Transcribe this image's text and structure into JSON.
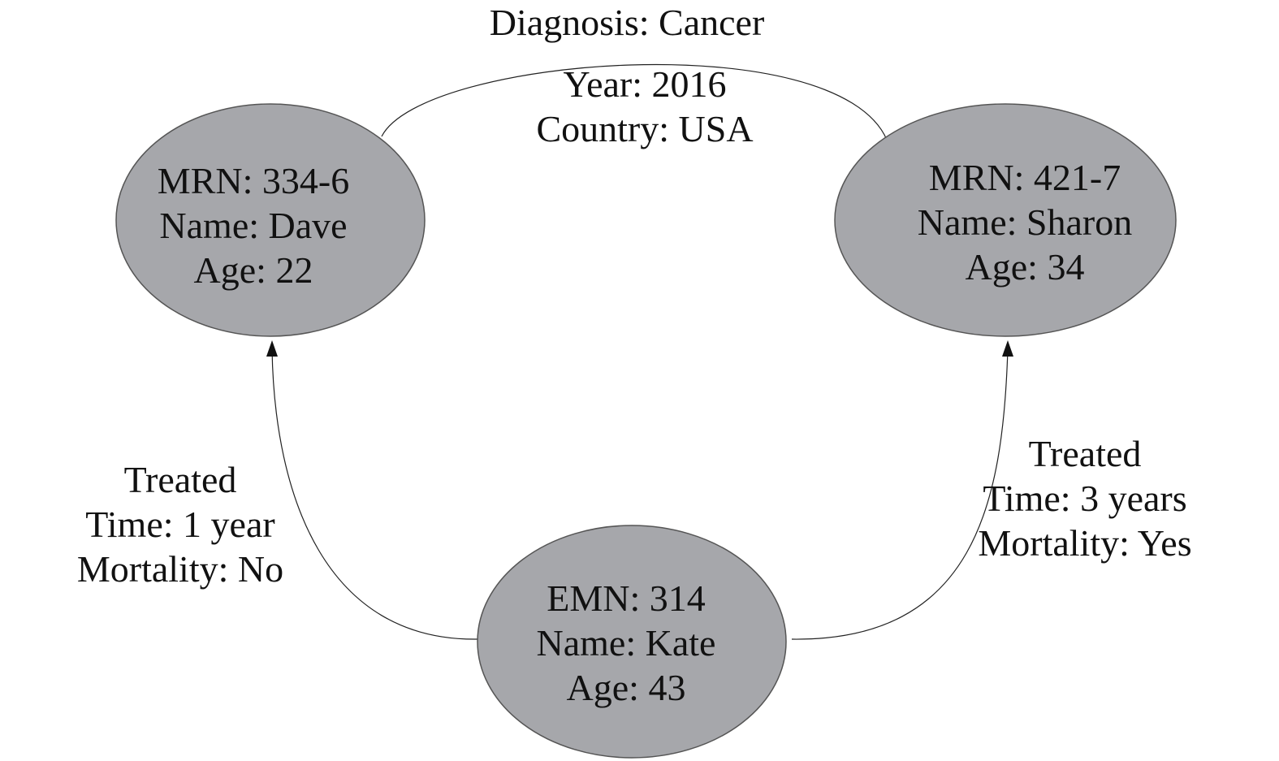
{
  "colors": {
    "node_fill": "#a6a7ab",
    "node_stroke": "#555555",
    "edge": "#222222",
    "text": "#111111",
    "background": "#ffffff"
  },
  "nodes": {
    "dave": {
      "line1": "MRN: 334-6",
      "line2": "Name: Dave",
      "line3": "Age: 22"
    },
    "sharon": {
      "line1": "MRN: 421-7",
      "line2": "Name: Sharon",
      "line3": "Age: 34"
    },
    "kate": {
      "line1": "EMN: 314",
      "line2": "Name: Kate",
      "line3": "Age: 43"
    }
  },
  "edges": {
    "diagnosis": {
      "line1": "Diagnosis: Cancer",
      "line2": "Year: 2016",
      "line3": "Country: USA"
    },
    "treated_dave": {
      "line1": "Treated",
      "line2": "Time: 1 year",
      "line3": "Mortality: No"
    },
    "treated_sharon": {
      "line1": "Treated",
      "line2": "Time: 3 years",
      "line3": "Mortality: Yes"
    }
  }
}
